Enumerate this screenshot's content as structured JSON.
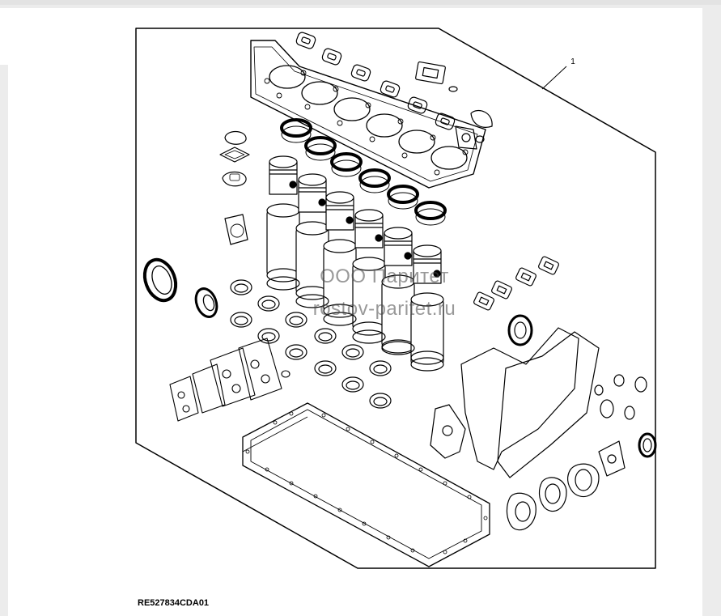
{
  "diagram": {
    "callout_number": "1",
    "drawing_code": "RE527834CDA01",
    "watermark_line1": "ООО Паритет",
    "watermark_line2": "rostov-paritet.ru",
    "colors": {
      "line": "#000000",
      "sheet": "#ffffff",
      "background": "#ececec"
    }
  }
}
